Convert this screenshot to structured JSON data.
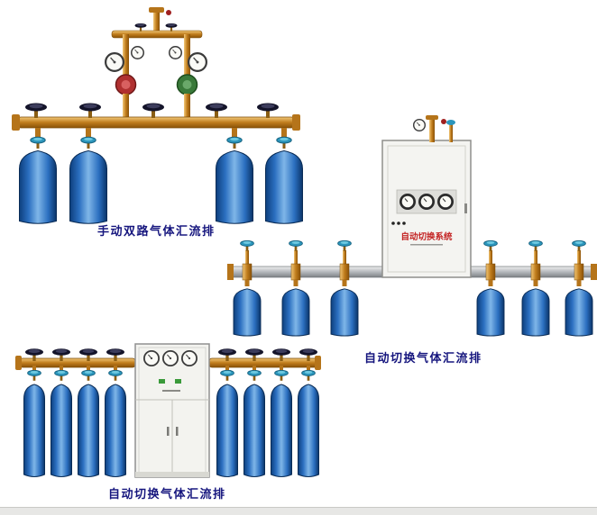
{
  "page": {
    "background_color": "#ffffff",
    "footer_bar_color": "#e7e7e5"
  },
  "caption_color": "#16167e",
  "products": [
    {
      "caption": "手动双路气体汇流排"
    },
    {
      "caption": "自动切换气体汇流排"
    },
    {
      "caption": "自动切换气体汇流排"
    }
  ],
  "cabinet": {
    "label_cn": "自动切换系统",
    "label_color": "#c32222"
  },
  "palette": {
    "cylinder_blue": "#2b6fc0",
    "brass": "#c07c1c",
    "teal_valve": "#2c96bc"
  }
}
